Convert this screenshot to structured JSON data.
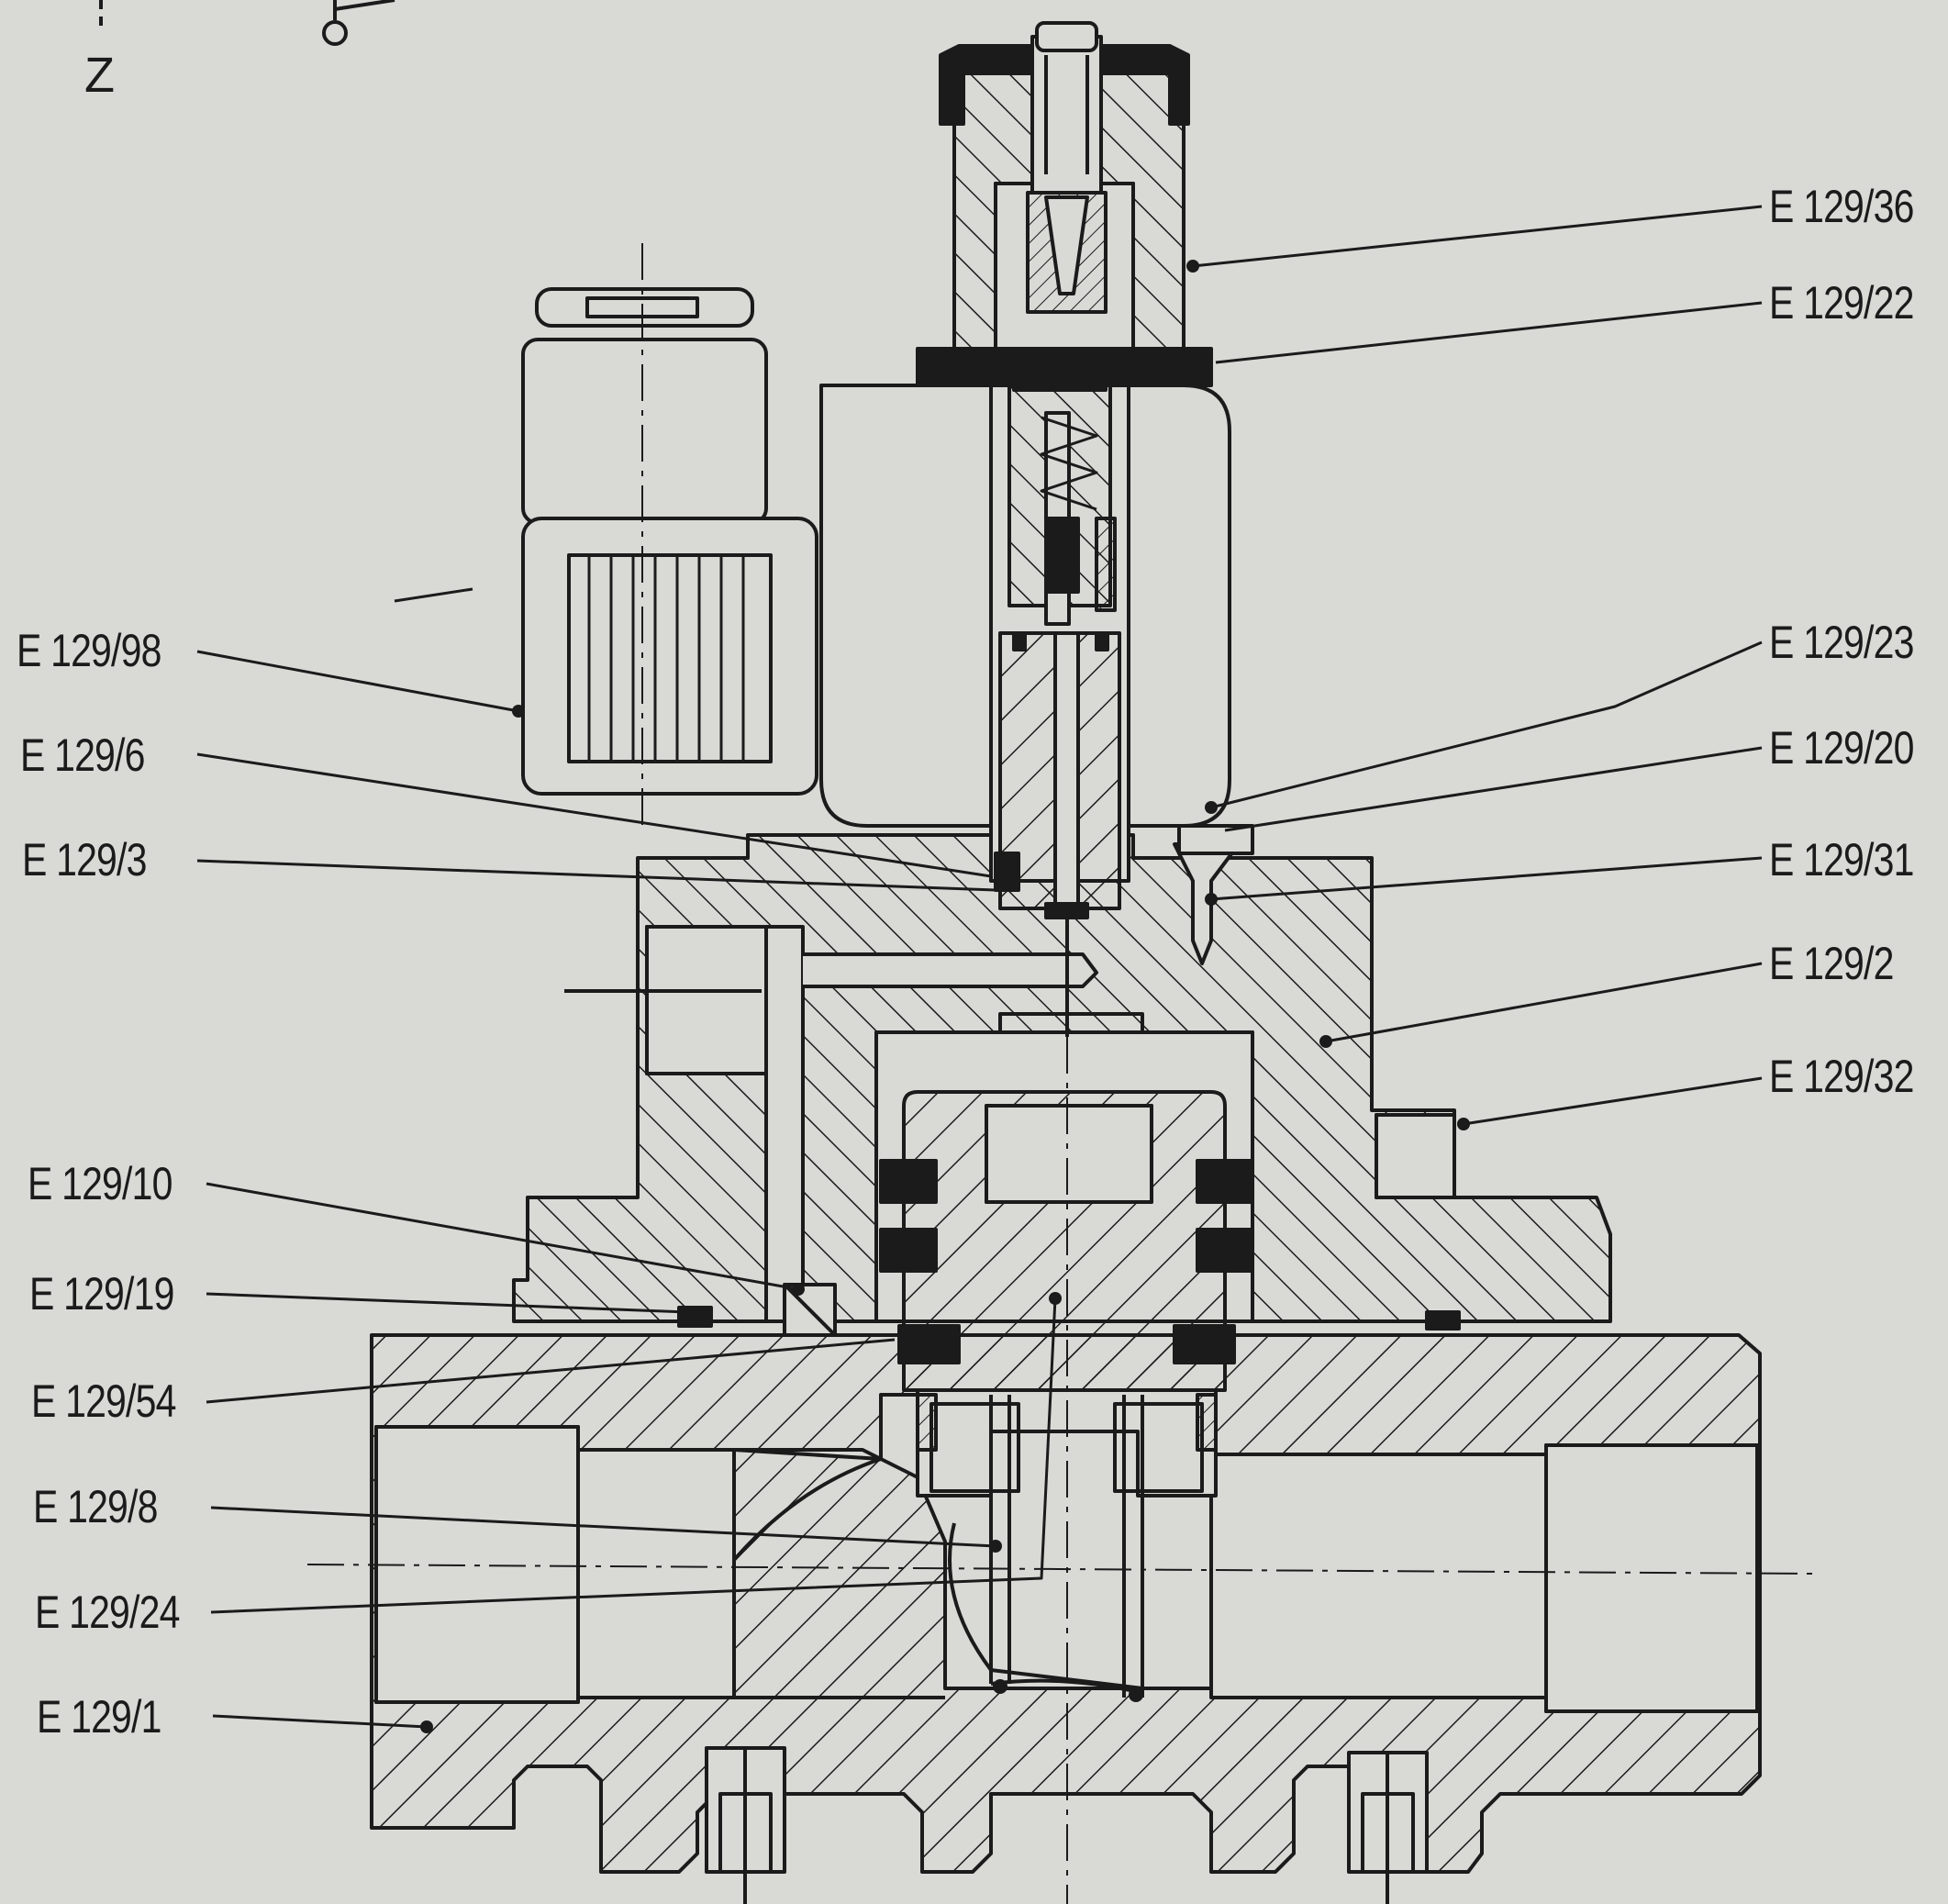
{
  "colors": {
    "background": "#d9dad6",
    "ink": "#1b1b1b"
  },
  "axis_mark": "Z",
  "callouts_left": [
    {
      "id": "e129-98",
      "text": "E 129/98"
    },
    {
      "id": "e129-6",
      "text": "E 129/6"
    },
    {
      "id": "e129-3",
      "text": "E 129/3"
    },
    {
      "id": "e129-10",
      "text": "E 129/10"
    },
    {
      "id": "e129-19",
      "text": "E 129/19"
    },
    {
      "id": "e129-54",
      "text": "E 129/54"
    },
    {
      "id": "e129-8",
      "text": "E 129/8"
    },
    {
      "id": "e129-24",
      "text": "E 129/24"
    },
    {
      "id": "e129-1",
      "text": "E 129/1"
    }
  ],
  "callouts_right": [
    {
      "id": "e129-36",
      "text": "E 129/36"
    },
    {
      "id": "e129-22",
      "text": "E 129/22"
    },
    {
      "id": "e129-23",
      "text": "E 129/23"
    },
    {
      "id": "e129-20",
      "text": "E 129/20"
    },
    {
      "id": "e129-31",
      "text": "E 129/31"
    },
    {
      "id": "e129-2",
      "text": "E 129/2"
    },
    {
      "id": "e129-32",
      "text": "E 129/32"
    }
  ]
}
